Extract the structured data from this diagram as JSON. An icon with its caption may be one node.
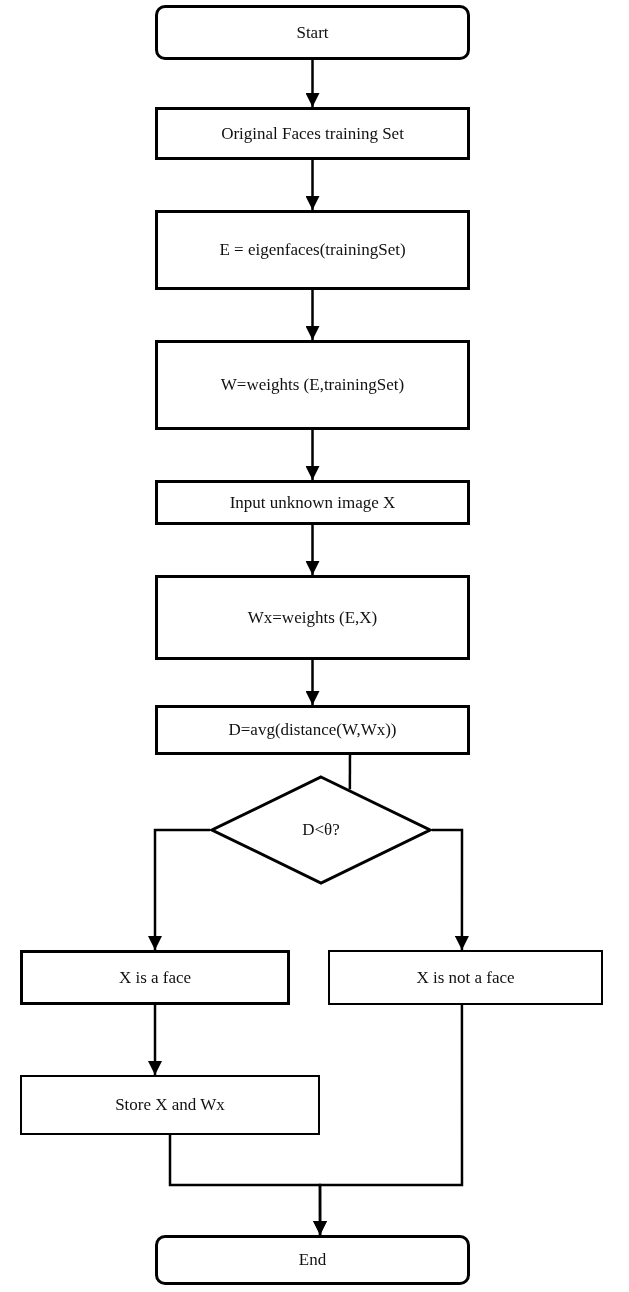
{
  "diagram": {
    "nodes": [
      {
        "text": [
          "Start"
        ]
      },
      {
        "text": [
          "Original Faces training Set"
        ]
      },
      {
        "text": [
          "E = eigenfaces(trainingSet)"
        ]
      },
      {
        "text": [
          "W=weights (E,trainingSet)"
        ]
      },
      {
        "text": [
          "Input unknown image X"
        ]
      },
      {
        "text": [
          "Wx=weights (E,X)"
        ]
      },
      {
        "text": [
          "D=avg(distance(W,Wx))"
        ]
      },
      {
        "text": [
          "D<θ?"
        ]
      },
      {
        "text": [
          "X is a face"
        ]
      },
      {
        "text": [
          "X is not a face"
        ]
      },
      {
        "text": [
          "Store X and Wx"
        ]
      },
      {
        "text": [
          "End"
        ]
      }
    ],
    "edges": [
      {
        "from": 0,
        "to": 1,
        "arrow": "to"
      },
      {
        "from": 1,
        "to": 2,
        "arrow": "to"
      },
      {
        "from": 2,
        "to": 3,
        "arrow": "to"
      },
      {
        "from": 3,
        "to": 4,
        "arrow": "to"
      },
      {
        "from": 4,
        "to": 5,
        "arrow": "to"
      },
      {
        "from": 5,
        "to": 6,
        "arrow": "to"
      },
      {
        "from": 6,
        "to": 7,
        "arrow": "none"
      },
      {
        "from": 7,
        "to": 8,
        "arrow": "to"
      },
      {
        "from": 7,
        "to": 9,
        "arrow": "to"
      },
      {
        "from": 8,
        "to": 10,
        "arrow": "to"
      },
      {
        "from": 10,
        "to": 11,
        "arrow": "to"
      },
      {
        "from": 9,
        "to": 11,
        "arrow": "to"
      }
    ]
  }
}
